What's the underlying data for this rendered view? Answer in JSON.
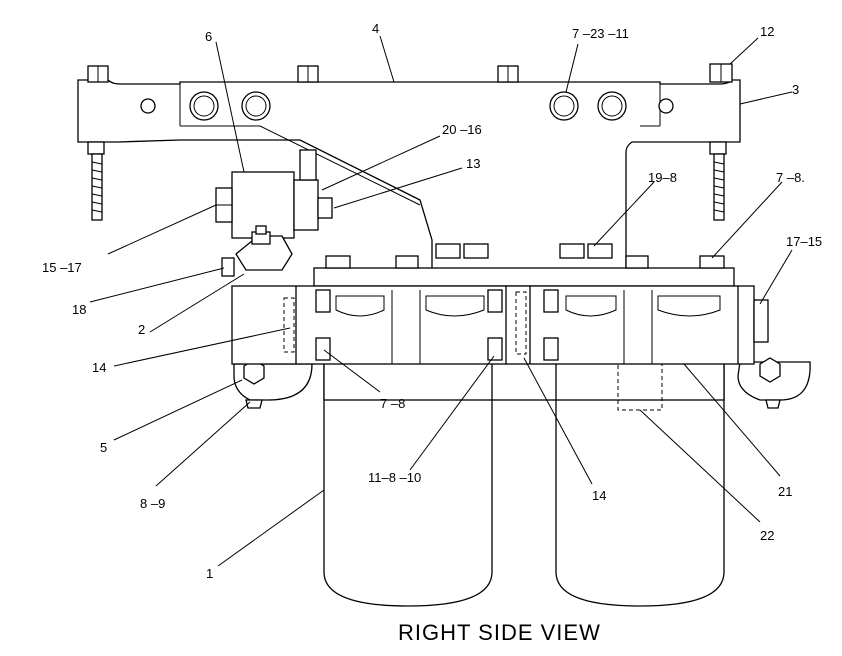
{
  "view_title": "RIGHT SIDE VIEW",
  "callouts": [
    {
      "id": "c1",
      "label": "1"
    },
    {
      "id": "c2",
      "label": "2"
    },
    {
      "id": "c3",
      "label": "3"
    },
    {
      "id": "c4",
      "label": "4"
    },
    {
      "id": "c5",
      "label": "5"
    },
    {
      "id": "c6",
      "label": "6"
    },
    {
      "id": "c7",
      "label": "7 –23 –11"
    },
    {
      "id": "c8",
      "label": "7 –8."
    },
    {
      "id": "c9",
      "label": "7 –8"
    },
    {
      "id": "c10",
      "label": "8 –9"
    },
    {
      "id": "c11",
      "label": "11–8 –10"
    },
    {
      "id": "c12",
      "label": "12"
    },
    {
      "id": "c13",
      "label": "13"
    },
    {
      "id": "c14",
      "label": "14"
    },
    {
      "id": "c15",
      "label": "14"
    },
    {
      "id": "c16",
      "label": "15 –17"
    },
    {
      "id": "c17",
      "label": "17–15"
    },
    {
      "id": "c18",
      "label": "18"
    },
    {
      "id": "c19",
      "label": "19–8"
    },
    {
      "id": "c20",
      "label": "20 –16"
    },
    {
      "id": "c21",
      "label": "21"
    },
    {
      "id": "c22",
      "label": "22"
    }
  ]
}
